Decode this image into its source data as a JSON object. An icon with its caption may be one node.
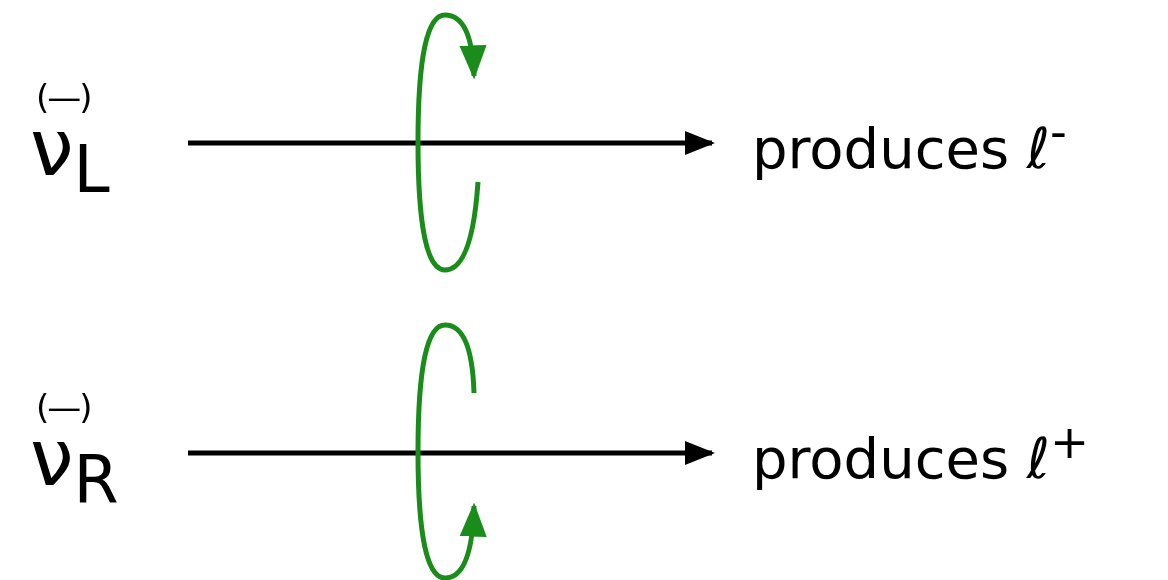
{
  "diagram": {
    "nodes": [
      {
        "text": [
          "ν$_{L}$"
        ],
        "beside": [
          "(—)"
        ]
      },
      {
        "text": [
          "produces ℓ$^{-}$"
        ]
      },
      {
        "text": [
          "ν$_{R}$"
        ],
        "beside": [
          "(—)"
        ]
      },
      {
        "text": [
          "produces ℓ$^{+}$"
        ]
      }
    ],
    "edges": [
      {
        "from": 0,
        "to": 1,
        "arrow": "to"
      },
      {
        "from": 2,
        "to": 3,
        "arrow": "to"
      }
    ]
  }
}
